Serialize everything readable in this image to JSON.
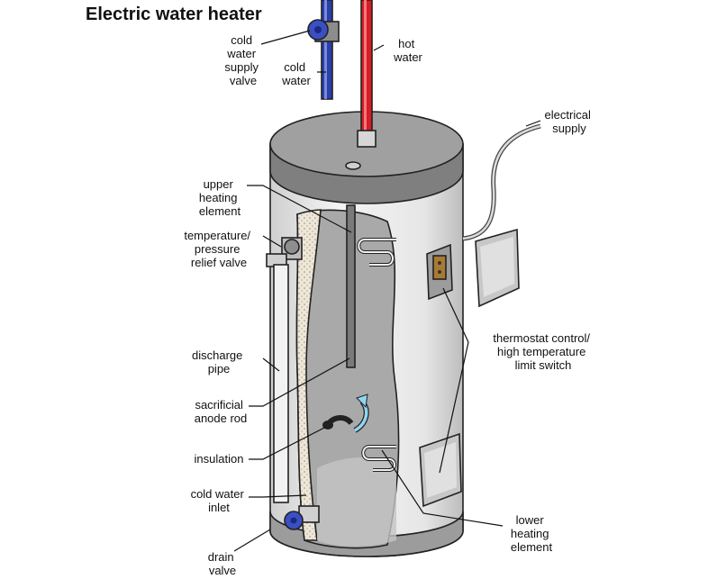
{
  "title": "Electric water heater",
  "labels": {
    "cold_water_supply_valve": [
      "cold",
      "water",
      "supply",
      "valve"
    ],
    "cold_water": [
      "cold",
      "water"
    ],
    "hot_water": [
      "hot",
      "water"
    ],
    "electrical_supply": [
      "electrical",
      "supply"
    ],
    "upper_heating_element": [
      "upper",
      "heating",
      "element"
    ],
    "tp_relief_valve": [
      "temperature/",
      "pressure",
      "relief valve"
    ],
    "thermostat": [
      "thermostat control/",
      "high temperature",
      "limit switch"
    ],
    "discharge_pipe": [
      "discharge",
      "pipe"
    ],
    "anode_rod": [
      "sacrificial",
      "anode rod"
    ],
    "insulation": [
      "insulation"
    ],
    "cold_water_inlet": [
      "cold water",
      "inlet"
    ],
    "lower_heating_element": [
      "lower",
      "heating",
      "element"
    ],
    "drain_valve": [
      "drain",
      "valve"
    ]
  },
  "colors": {
    "cold_pipe": "#2b3fa8",
    "hot_pipe": "#d81c24",
    "valve": "#3b4fc4",
    "tank_body": "#e4e4e4",
    "tank_lid": "#9a9a9a",
    "interior": "#a8a8a8",
    "insulation": "#efe7d6"
  }
}
